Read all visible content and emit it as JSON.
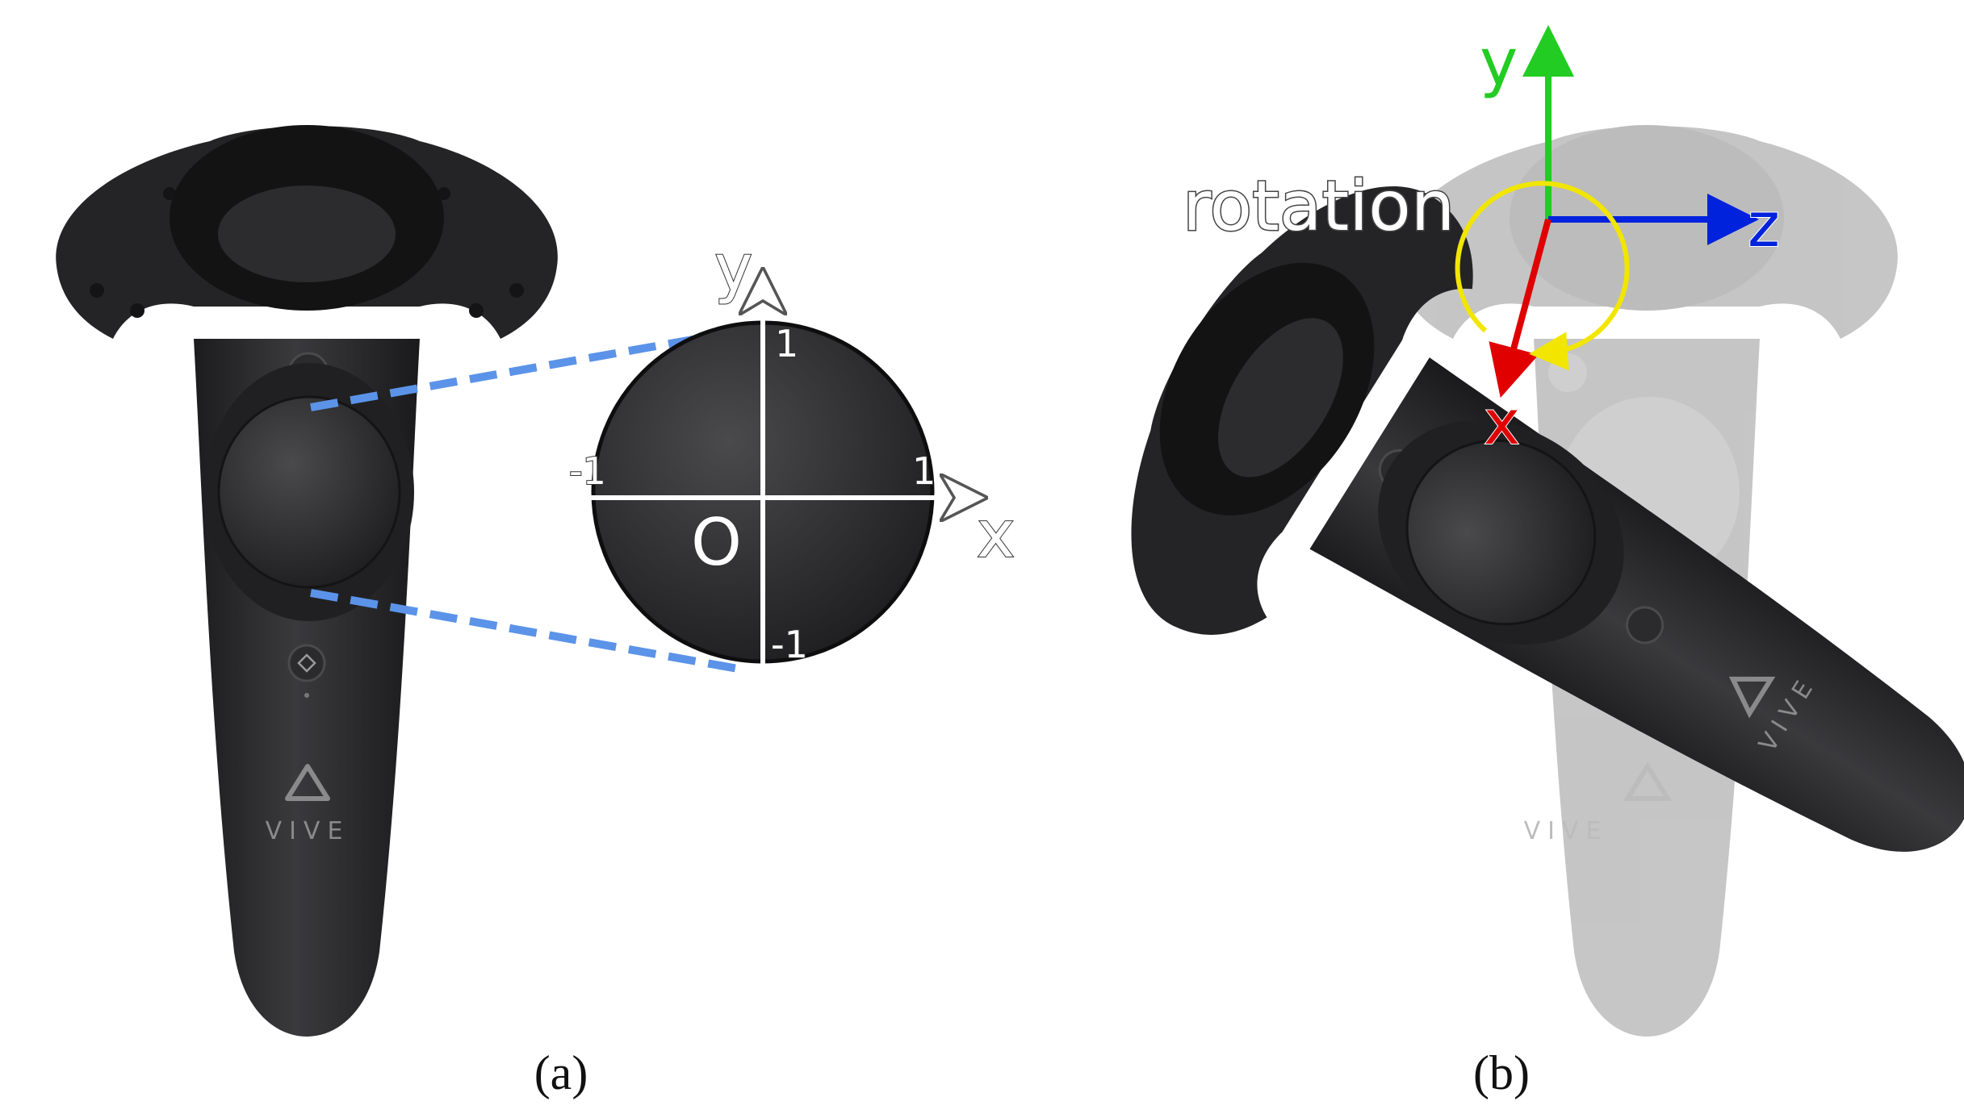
{
  "panel_a": {
    "caption": "(a)",
    "controller_brand": "VIVE",
    "trackpad_axes": {
      "x_label": "x",
      "y_label": "y",
      "origin_label": "O",
      "x_pos_tick": "1",
      "x_neg_tick": "-1",
      "y_pos_tick": "1",
      "y_neg_tick": "-1"
    }
  },
  "panel_b": {
    "caption": "(b)",
    "controller_brand": "VIVE",
    "rotation_label": "rotation",
    "axes": {
      "x_label": "x",
      "y_label": "y",
      "z_label": "z"
    }
  },
  "colors": {
    "controller_body": "#2a2a2c",
    "controller_ghost": "#c8c8c8",
    "dashed_link": "#5b93e8",
    "axis_x": "#e00000",
    "axis_y": "#22cc22",
    "axis_z": "#0022dd",
    "rotation_arrow": "#f2e600"
  }
}
